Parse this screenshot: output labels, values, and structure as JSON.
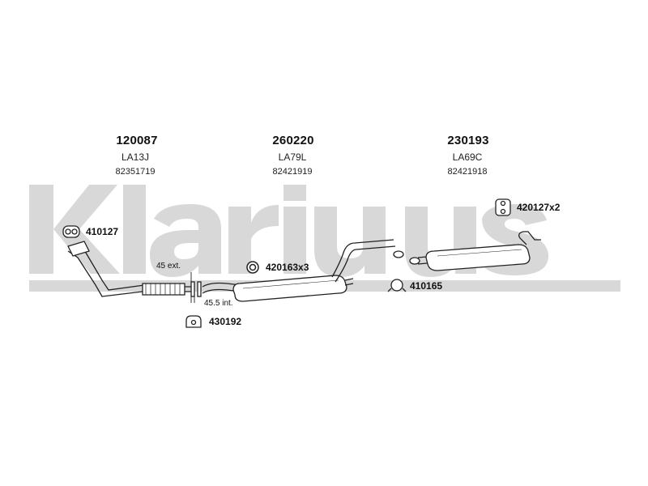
{
  "watermark": {
    "text": "Klarius",
    "color": "#d8d8d8"
  },
  "sections": [
    {
      "part_number": "120087",
      "code": "LA13J",
      "oe_number": "82351719"
    },
    {
      "part_number": "260220",
      "code": "LA79L",
      "oe_number": "82421919"
    },
    {
      "part_number": "230193",
      "code": "LA69C",
      "oe_number": "82421918"
    }
  ],
  "accessories": {
    "gasket_front": "410127",
    "rubber_mount_mid": "420163x3",
    "rubber_mount_rear": "420127x2",
    "clamp_mid": "410165",
    "bracket_front": "430192"
  },
  "dimensions": {
    "ext": "45 ext.",
    "int": "45.5 int."
  },
  "icons": [
    "gasket-icon",
    "rubber-ring-icon",
    "hanger-icon",
    "clamp-icon",
    "bracket-icon"
  ]
}
